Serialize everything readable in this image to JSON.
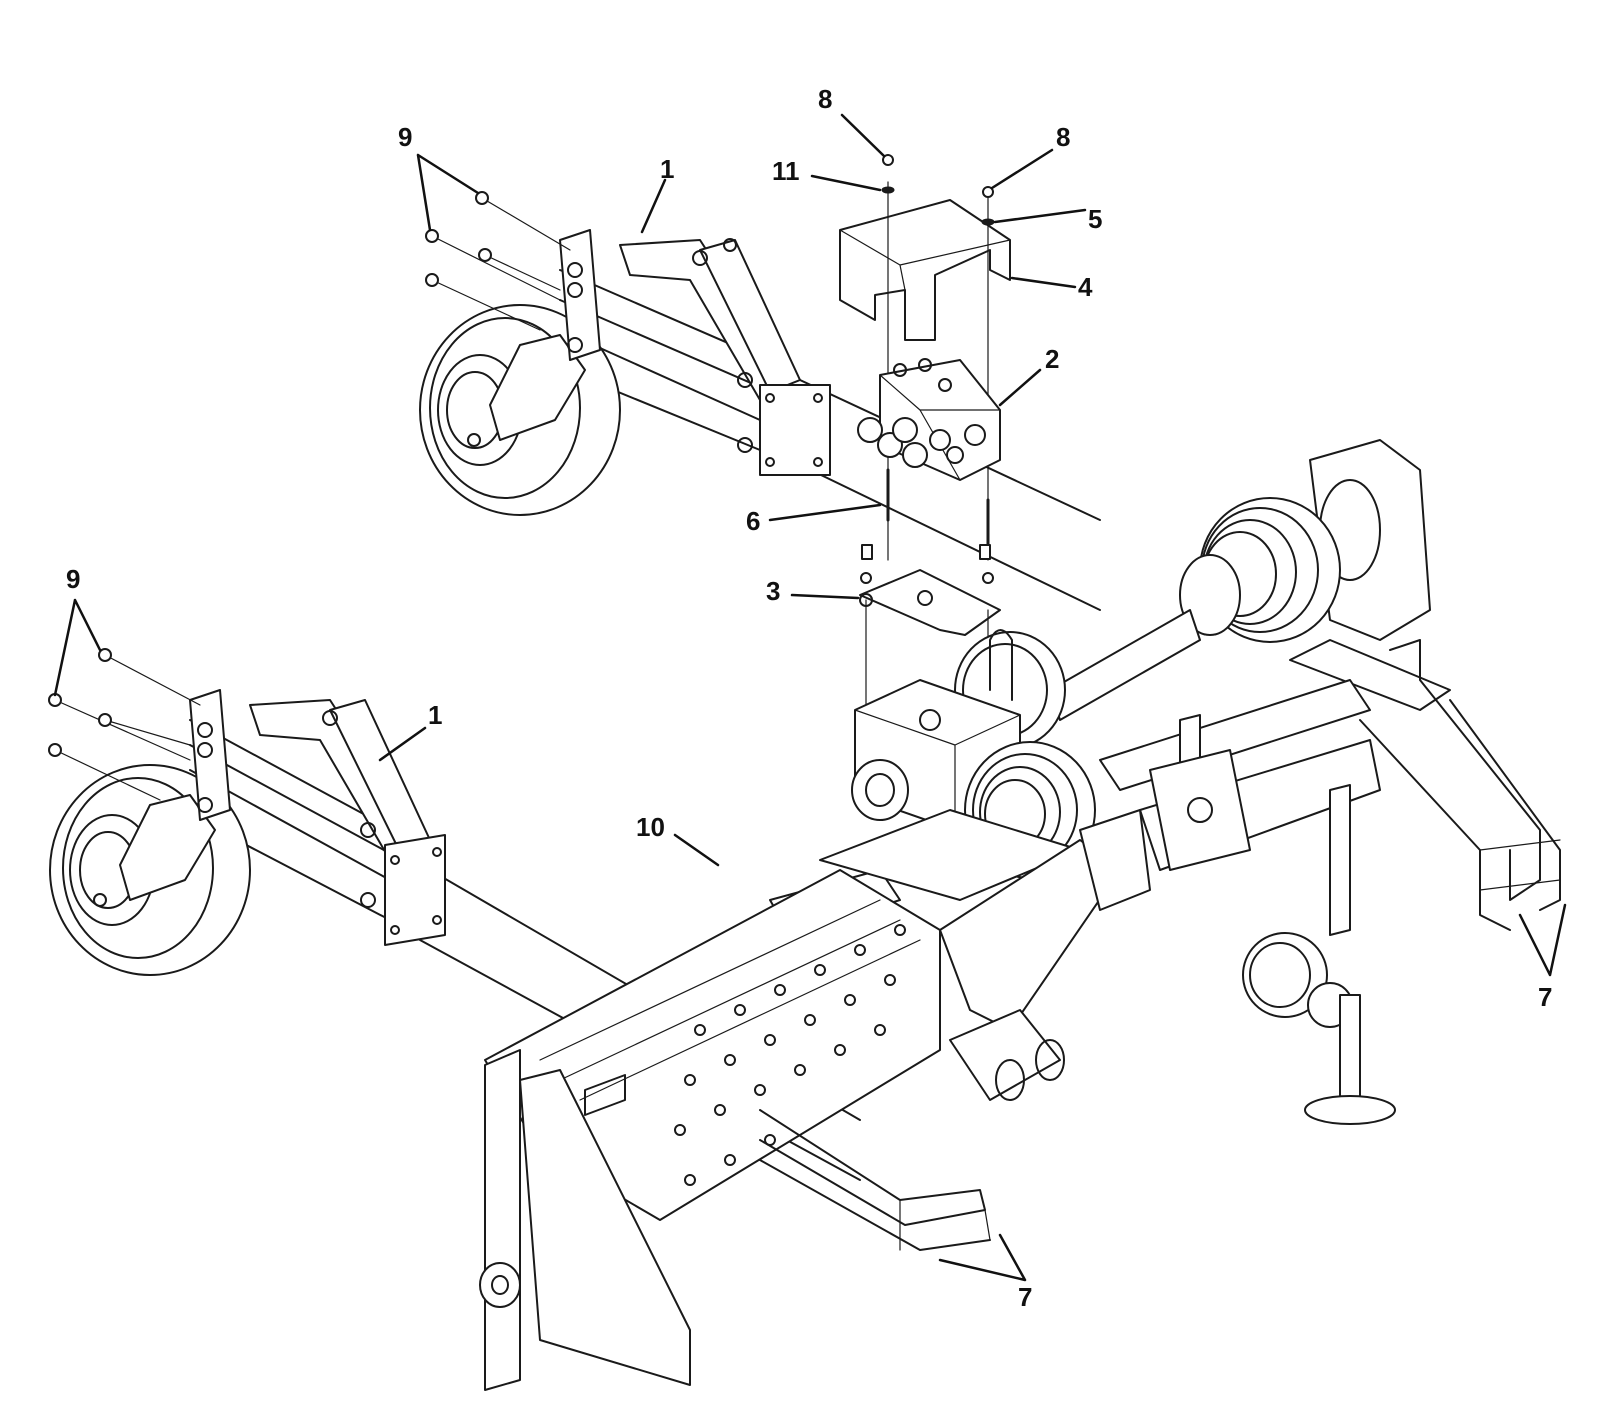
{
  "diagram": {
    "callouts": [
      {
        "id": "c-9-top",
        "label": "9"
      },
      {
        "id": "c-1-top",
        "label": "1"
      },
      {
        "id": "c-8-left",
        "label": "8"
      },
      {
        "id": "c-11",
        "label": "11"
      },
      {
        "id": "c-8-right",
        "label": "8"
      },
      {
        "id": "c-5",
        "label": "5"
      },
      {
        "id": "c-4",
        "label": "4"
      },
      {
        "id": "c-2",
        "label": "2"
      },
      {
        "id": "c-6",
        "label": "6"
      },
      {
        "id": "c-3",
        "label": "3"
      },
      {
        "id": "c-9-left",
        "label": "9"
      },
      {
        "id": "c-1-left",
        "label": "1"
      },
      {
        "id": "c-10",
        "label": "10"
      },
      {
        "id": "c-7-right",
        "label": "7"
      },
      {
        "id": "c-7-bottom",
        "label": "7"
      }
    ],
    "colors": {
      "ink": "#1a1a1a",
      "background": "#ffffff"
    }
  }
}
